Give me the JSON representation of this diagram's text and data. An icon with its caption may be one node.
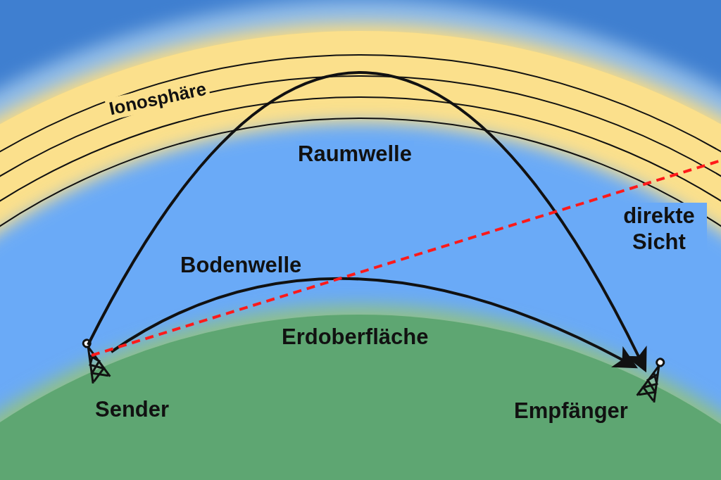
{
  "diagram": {
    "nodes": [
      {
        "text": [
          "Sender"
        ]
      },
      {
        "text": [
          "Empfänger"
        ]
      }
    ],
    "edges": [
      {
        "from": 0,
        "to": 1,
        "arrow": "to",
        "label": "Raumwelle"
      },
      {
        "from": 0,
        "to": 1,
        "arrow": "to",
        "label": "Bodenwelle"
      },
      {
        "from": 0,
        "to": null,
        "arrow": "none",
        "label": "direkte Sicht",
        "style": "dashed",
        "color": "#ff1a1a"
      }
    ],
    "labels": [
      "Ionosphäre",
      "Erdoberfläche"
    ]
  }
}
